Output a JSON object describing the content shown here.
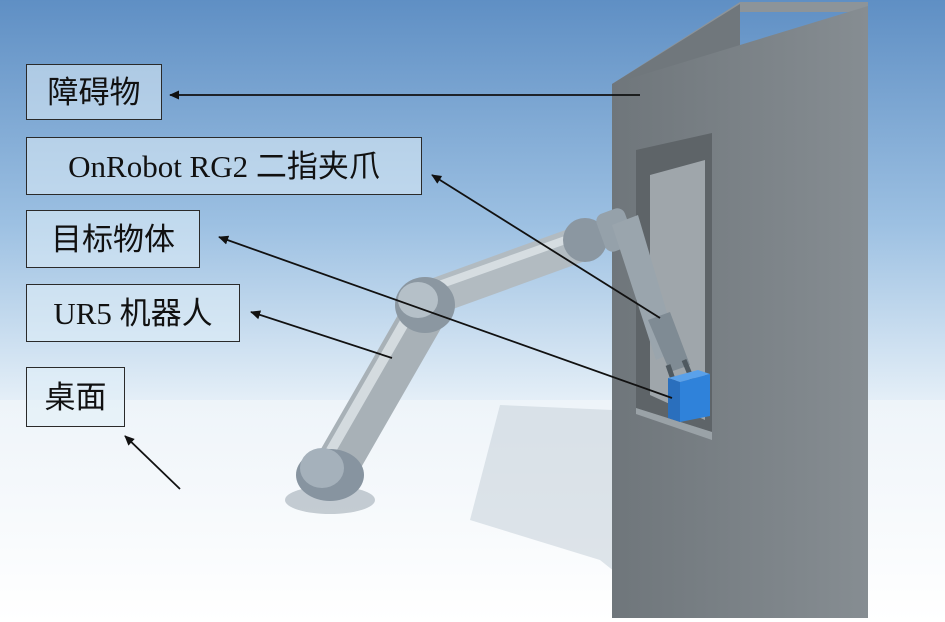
{
  "labels": {
    "obstacle": "障碍物",
    "gripper": "OnRobot RG2 二指夹爪",
    "target": "目标物体",
    "robot": "UR5 机器人",
    "table": "桌面"
  },
  "colors": {
    "sky_top": "#5f8fc4",
    "sky_bottom": "#d7e8f6",
    "floor": "#ffffff",
    "wall_front": "#7b8287",
    "wall_side": "#5e6468",
    "wall_top": "#8d9499",
    "robot_link": "#b9c2c8",
    "robot_joint": "#7d8b96",
    "target_box": "#2f7fd6",
    "arrow": "#111111"
  }
}
